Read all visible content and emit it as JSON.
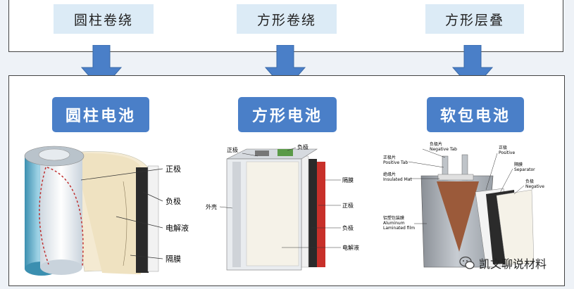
{
  "methods": [
    "圆柱卷绕",
    "方形卷绕",
    "方形层叠"
  ],
  "types": [
    "圆柱电池",
    "方形电池",
    "软包电池"
  ],
  "cylindrical": {
    "labels": [
      "正极",
      "负极",
      "电解液",
      "隔膜"
    ]
  },
  "prismatic": {
    "labels": [
      "正极",
      "负极",
      "隔膜",
      "正极",
      "负极",
      "电解液",
      "外壳"
    ]
  },
  "pouch": {
    "labels": [
      "负极片",
      "Negative Tab",
      "正极片",
      "Positive Tab",
      "绝缘片",
      "Insulated Mat",
      "正极",
      "Positive",
      "隔膜",
      "Separator",
      "负极",
      "Negative",
      "铝塑包装膜",
      "Aluminum",
      "Laminated film"
    ]
  },
  "watermark": "凯文聊说材料",
  "colors": {
    "arrow": "#4a7fc8",
    "label_box": "#4a7fc8",
    "method_box": "#dcebf6"
  }
}
